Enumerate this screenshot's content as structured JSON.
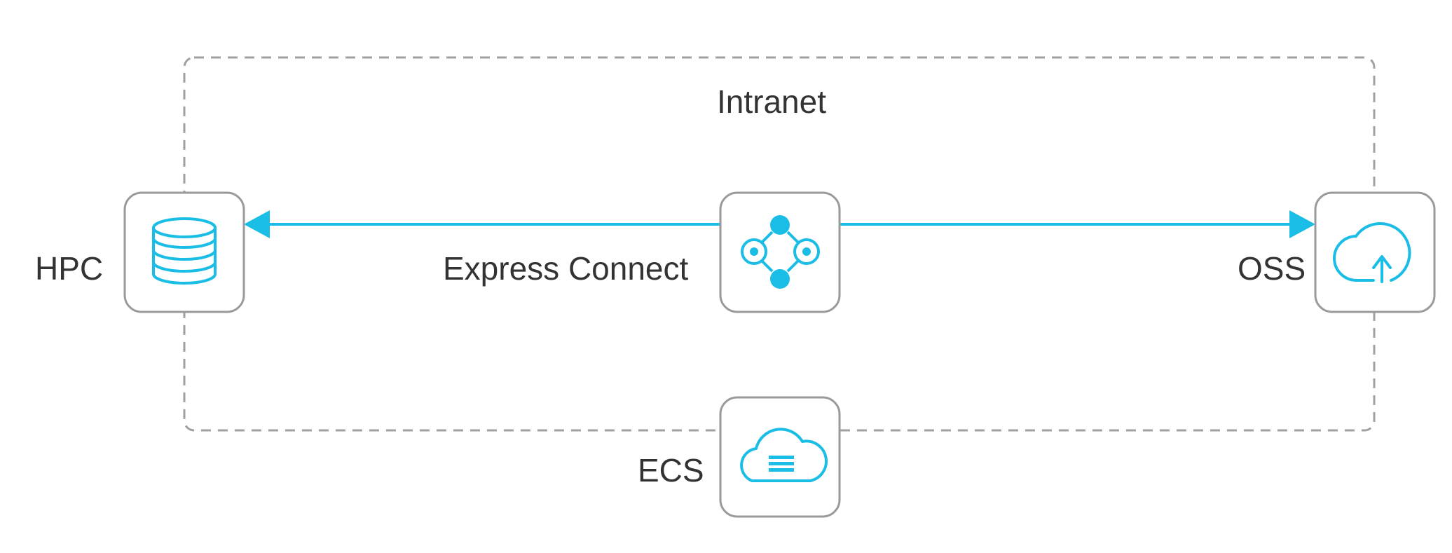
{
  "diagram": {
    "region_label": "Intranet",
    "nodes": {
      "hpc": {
        "label": "HPC",
        "icon": "database-icon"
      },
      "express_connect": {
        "label": "Express Connect",
        "icon": "network-hub-icon"
      },
      "oss": {
        "label": "OSS",
        "icon": "cloud-upload-icon"
      },
      "ecs": {
        "label": "ECS",
        "icon": "cloud-server-icon"
      }
    },
    "edges": [
      {
        "from": "Express Connect",
        "to": "HPC"
      },
      {
        "from": "Express Connect",
        "to": "OSS"
      }
    ],
    "colors": {
      "accent": "#1ABDE6",
      "node_border": "#9A9A9A",
      "region_border": "#A0A0A0",
      "text": "#333333"
    }
  }
}
